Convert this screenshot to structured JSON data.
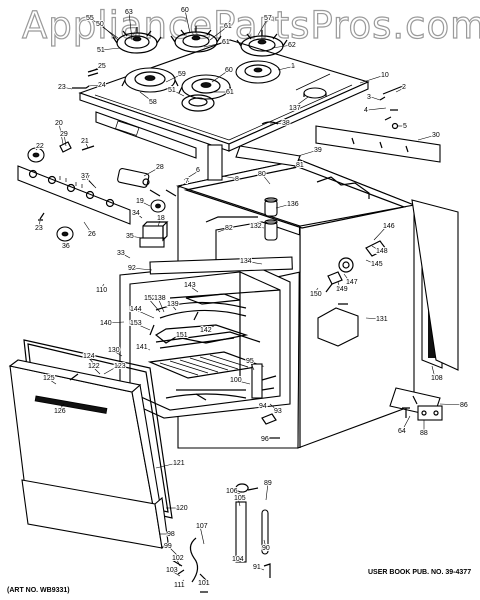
{
  "watermark": "AppliancePartsPros.com",
  "art_no": "(ART NO. WB9331)",
  "user_book": "USER BOOK PUB. NO. 39-4377",
  "callouts": [
    {
      "n": "63"
    },
    {
      "n": "60"
    },
    {
      "n": "57"
    },
    {
      "n": "55"
    },
    {
      "n": "50"
    },
    {
      "n": "61"
    },
    {
      "n": "51"
    },
    {
      "n": "61"
    },
    {
      "n": "62"
    },
    {
      "n": "25"
    },
    {
      "n": "59"
    },
    {
      "n": "60"
    },
    {
      "n": "61"
    },
    {
      "n": "51"
    },
    {
      "n": "10"
    },
    {
      "n": "23"
    },
    {
      "n": "24"
    },
    {
      "n": "58"
    },
    {
      "n": "137"
    },
    {
      "n": "2"
    },
    {
      "n": "3"
    },
    {
      "n": "4"
    },
    {
      "n": "5"
    },
    {
      "n": "38"
    },
    {
      "n": "1"
    },
    {
      "n": "20"
    },
    {
      "n": "29"
    },
    {
      "n": "21"
    },
    {
      "n": "27"
    },
    {
      "n": "30"
    },
    {
      "n": "22"
    },
    {
      "n": "37"
    },
    {
      "n": "28"
    },
    {
      "n": "39"
    },
    {
      "n": "6"
    },
    {
      "n": "7"
    },
    {
      "n": "81"
    },
    {
      "n": "26"
    },
    {
      "n": "19"
    },
    {
      "n": "8"
    },
    {
      "n": "80"
    },
    {
      "n": "23"
    },
    {
      "n": "18"
    },
    {
      "n": "136"
    },
    {
      "n": "36"
    },
    {
      "n": "34"
    },
    {
      "n": "132"
    },
    {
      "n": "82"
    },
    {
      "n": "35"
    },
    {
      "n": "146"
    },
    {
      "n": "33"
    },
    {
      "n": "148"
    },
    {
      "n": "134"
    },
    {
      "n": "145"
    },
    {
      "n": "92"
    },
    {
      "n": "147"
    },
    {
      "n": "110"
    },
    {
      "n": "143"
    },
    {
      "n": "150"
    },
    {
      "n": "149"
    },
    {
      "n": "131"
    },
    {
      "n": "152"
    },
    {
      "n": "138"
    },
    {
      "n": "144"
    },
    {
      "n": "139"
    },
    {
      "n": "140"
    },
    {
      "n": "153"
    },
    {
      "n": "142"
    },
    {
      "n": "151"
    },
    {
      "n": "141"
    },
    {
      "n": "130"
    },
    {
      "n": "95"
    },
    {
      "n": "124"
    },
    {
      "n": "108"
    },
    {
      "n": "122"
    },
    {
      "n": "123"
    },
    {
      "n": "125"
    },
    {
      "n": "100"
    },
    {
      "n": "86"
    },
    {
      "n": "126"
    },
    {
      "n": "94"
    },
    {
      "n": "93"
    },
    {
      "n": "64"
    },
    {
      "n": "88"
    },
    {
      "n": "96"
    },
    {
      "n": "121"
    },
    {
      "n": "106"
    },
    {
      "n": "105"
    },
    {
      "n": "107"
    },
    {
      "n": "120"
    },
    {
      "n": "89"
    },
    {
      "n": "98"
    },
    {
      "n": "99"
    },
    {
      "n": "104"
    },
    {
      "n": "90"
    },
    {
      "n": "102"
    },
    {
      "n": "103"
    },
    {
      "n": "91"
    },
    {
      "n": "101"
    },
    {
      "n": "111"
    }
  ]
}
